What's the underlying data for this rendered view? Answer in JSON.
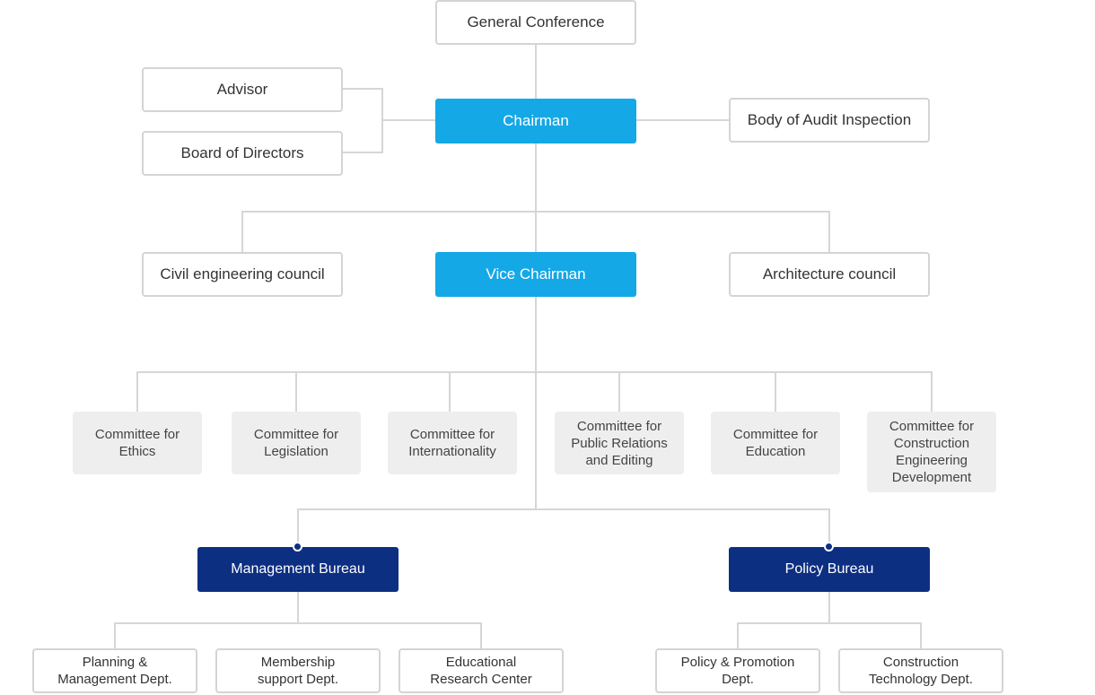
{
  "general_conference": "General Conference",
  "advisor": "Advisor",
  "board_of_directors": "Board of Directors",
  "chairman": "Chairman",
  "body_of_audit": "Body of Audit Inspection",
  "civil_council": "Civil engineering council",
  "vice_chairman": "Vice Chairman",
  "architecture_council": "Architecture council",
  "committees": [
    "Committee for\nEthics",
    "Committee for\nLegislation",
    "Committee for\nInternationality",
    "Committee for\nPublic Relations\nand Editing",
    "Committee for\nEducation",
    "Committee for\nConstruction\nEngineering\nDevelopment"
  ],
  "management_bureau": {
    "name": "Management Bureau",
    "depts": [
      "Planning &\nManagement Dept.",
      "Membership\nsupport Dept.",
      "Educational\nResearch Center"
    ]
  },
  "policy_bureau": {
    "name": "Policy Bureau",
    "depts": [
      "Policy & Promotion\nDept.",
      "Construction\nTechnology Dept."
    ]
  },
  "colors": {
    "chairman_blue": "#15a8e6",
    "bureau_navy": "#0d2f82",
    "committee_gray": "#eeeeee",
    "line_gray": "#d6d6d6"
  }
}
